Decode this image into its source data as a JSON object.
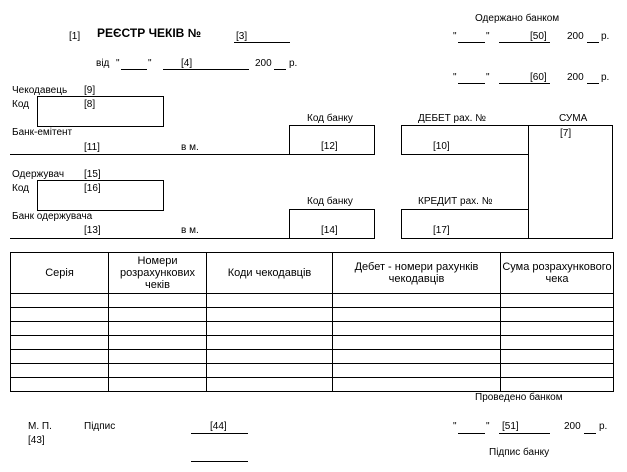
{
  "header": {
    "ref_title": "[1]",
    "title": "РЕЄСТР ЧЕКІВ №",
    "ref_number": "[3]",
    "from_label": "від",
    "quote": "\"",
    "ref_date": "[4]",
    "year_prefix": "200",
    "year_suffix": "р."
  },
  "received": {
    "label": "Одержано банком",
    "ref_date1": "[50]",
    "ref_date2": "[60]"
  },
  "drawer": {
    "label": "Чекодавець",
    "ref": "[9]",
    "code_label": "Код",
    "code_ref": "[8]",
    "bank_label": "Банк-емітент",
    "bank_ref": "[11]",
    "city_label": "в  м.",
    "bank_code_label": "Код банку",
    "bank_code_ref": "[12]",
    "debit_label": "ДЕБЕТ рах. №",
    "debit_ref": "[10]",
    "sum_label": "СУМА",
    "sum_ref": "[7]"
  },
  "payee": {
    "label": "Одержувач",
    "ref": "[15]",
    "code_label": "Код",
    "code_ref": "[16]",
    "bank_label": "Банк одержувача",
    "bank_ref": "[13]",
    "city_label": "в  м.",
    "bank_code_label": "Код банку",
    "bank_code_ref": "[14]",
    "credit_label": "КРЕДИТ рах. №",
    "credit_ref": "[17]"
  },
  "table": {
    "columns": [
      "Серія",
      "Номери розрахункових чеків",
      "Коди чекодавців",
      "Дебет - номери рахунків чекодавців",
      "Сума розрахункового чека"
    ],
    "row_count": 7
  },
  "footer": {
    "processed_label": "Проведено банком",
    "stamp_label": "М.  П.",
    "stamp_ref": "[43]",
    "signature_label": "Підпис",
    "signature_ref": "[44]",
    "date_ref": "[51]",
    "bank_signature_label": "Підпис банку"
  }
}
